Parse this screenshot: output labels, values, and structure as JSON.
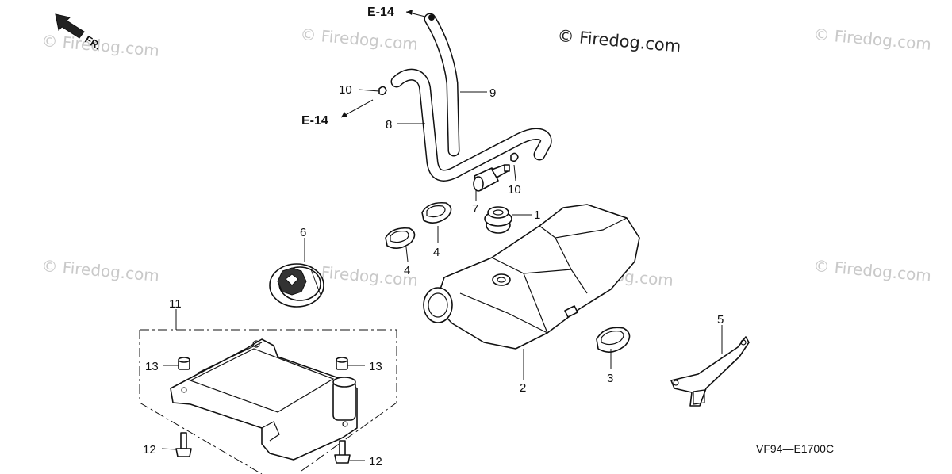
{
  "watermarks": {
    "light": "© Firedog.com",
    "dark": "© Firedog.com"
  },
  "direction": {
    "label": "FR."
  },
  "refs": {
    "top": "E-14",
    "left": "E-14"
  },
  "callouts": {
    "p1": "1",
    "p2": "2",
    "p3": "3",
    "p4a": "4",
    "p4b": "4",
    "p5": "5",
    "p6": "6",
    "p7": "7",
    "p8": "8",
    "p9": "9",
    "p10a": "10",
    "p10b": "10",
    "p11": "11",
    "p12a": "12",
    "p12b": "12",
    "p13a": "13",
    "p13b": "13"
  },
  "diagram_code": "VF94—E1700C"
}
